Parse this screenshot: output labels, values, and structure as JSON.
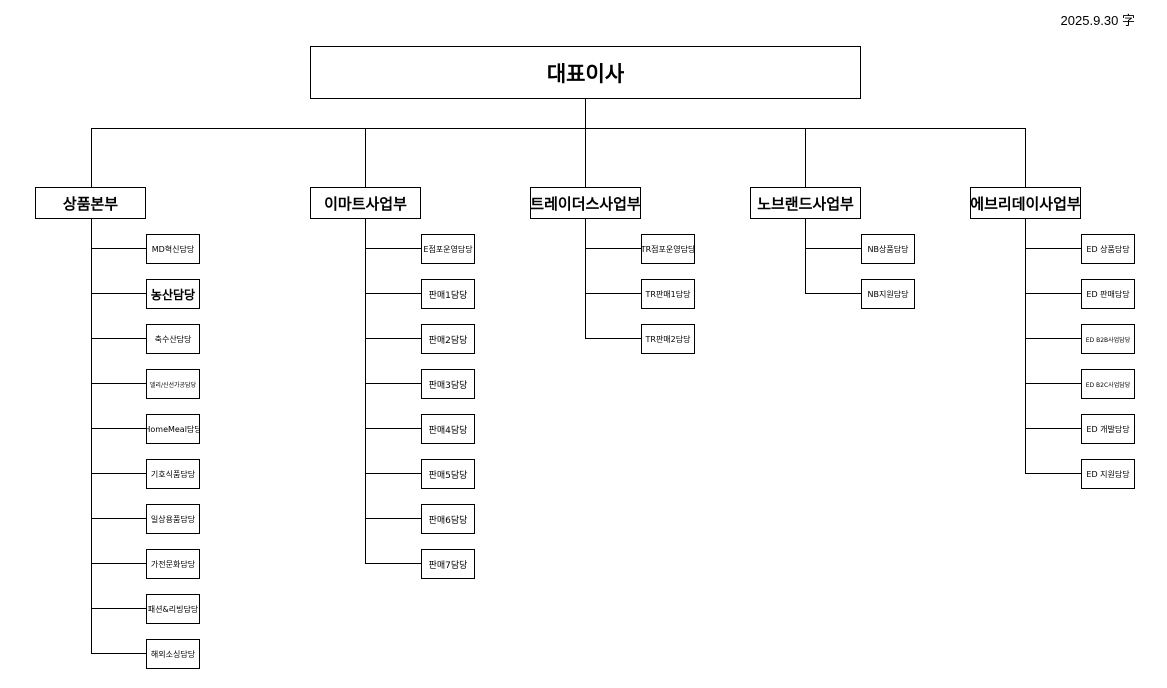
{
  "date": "2025.9.30 字",
  "ceo": "대표이사",
  "divisions": [
    {
      "name": "상품본부",
      "depts": [
        "MD혁신담당",
        "농산담당",
        "축수산담당",
        "델리/신선가공담당",
        "HomeMeal담당",
        "기호식품담당",
        "일상용품담당",
        "가전문화담당",
        "패션&리빙담당",
        "해외소싱담당"
      ]
    },
    {
      "name": "이마트사업부",
      "depts": [
        "E점포운영담당",
        "판매1담당",
        "판매2담당",
        "판매3담당",
        "판매4담당",
        "판매5담당",
        "판매6담당",
        "판매7담당"
      ]
    },
    {
      "name": "트레이더스사업부",
      "depts": [
        "TR점포운영담당",
        "TR판매1담당",
        "TR판매2담당"
      ]
    },
    {
      "name": "노브랜드사업부",
      "depts": [
        "NB상품담당",
        "NB지원담당"
      ]
    },
    {
      "name": "에브리데이사업부",
      "depts": [
        "ED 상품담당",
        "ED 판매담당",
        "ED B2B사업담당",
        "ED B2C사업담당",
        "ED 개발담당",
        "ED 지원담당"
      ]
    }
  ]
}
